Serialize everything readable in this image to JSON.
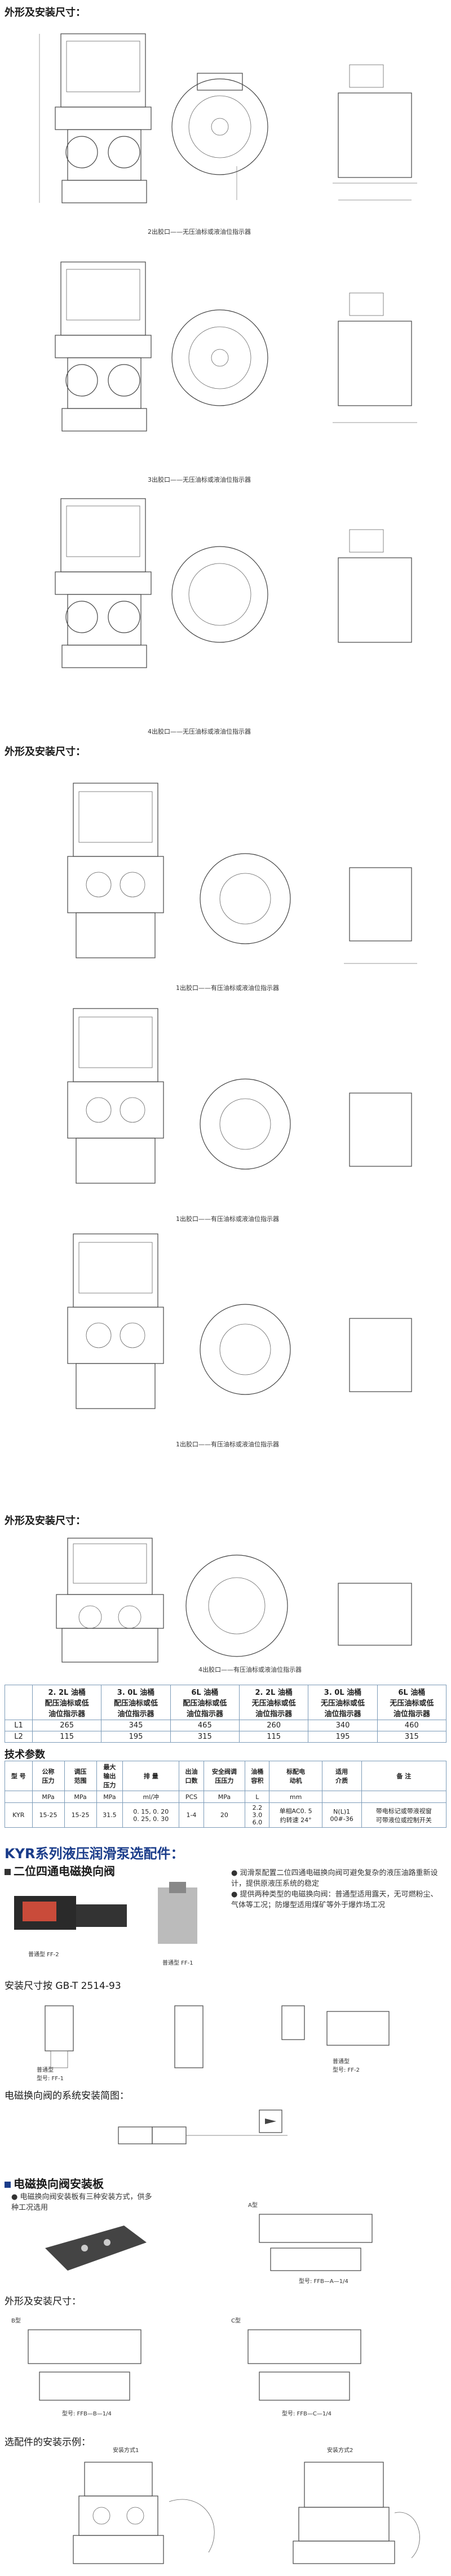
{
  "section_titles": {
    "outline1": "外形及安装尺寸：",
    "outline2": "外形及安装尺寸：",
    "outline3": "外形及安装尺寸：",
    "tech": "技术参数",
    "kyr": "KYR系列液压润滑泵选配件：",
    "valve": "二位四通电磁换向阀",
    "install_std": "安装尺寸按 GB-T 2514-93",
    "sys_diagram": "电磁换向阀的系统安装简图：",
    "plate": "电磁换向阀安装板",
    "outline4": "外形及安装尺寸：",
    "install_layout": "选配件的安装示例："
  },
  "captions": {
    "c1": "2出胶口——无压油标或液油位指示器",
    "c2": "3出胶口——无压油标或液油位指示器",
    "c3": "4出胶口——无压油标或液油位指示器",
    "c4": "1出胶口——有压油标或液油位指示器",
    "c5": "1出胶口——有压油标或液油位指示器",
    "c6": "1出胶口——有压油标或液油位指示器",
    "c7": "4出胶口——有压油标或液油位指示器"
  },
  "table1": {
    "headers": [
      "",
      "2. 2L 油桶\n配压油标或低\n油位指示器",
      "3. 0L 油桶\n配压油标或低\n油位指示器",
      "6L 油桶\n配压油标或低\n油位指示器",
      "2. 2L 油桶\n无压油标或低\n油位指示器",
      "3. 0L 油桶\n无压油标或低\n油位指示器",
      "6L 油桶\n无压油标或低\n油位指示器"
    ],
    "rows": [
      [
        "L1",
        "265",
        "345",
        "465",
        "260",
        "340",
        "460"
      ],
      [
        "L2",
        "115",
        "195",
        "315",
        "115",
        "195",
        "315"
      ]
    ]
  },
  "table2": {
    "headers": [
      "型 号",
      "公称\n压力",
      "调压\n范围",
      "最大\n输出\n压力",
      "排 量",
      "出油\n口数",
      "安全阀调\n压压力",
      "油桶\n容积",
      "标配电\n动机",
      "适用\n介质",
      "备 注"
    ],
    "units": [
      "",
      "MPa",
      "MPa",
      "MPa",
      "ml/冲",
      "PCS",
      "MPa",
      "L",
      "mm",
      "",
      ""
    ],
    "row": [
      "KYR",
      "15-25",
      "15-25",
      "31.5",
      "0. 15, 0. 20\n0. 25, 0. 30",
      "1-4",
      "20",
      "2.2\n3.0\n6.0",
      "单相AC0. 5\n约转速 24°",
      "N(L)1\n00#-36",
      "带电标记或带液视窗\n可带液位或控制开关"
    ]
  },
  "valve_bullets": [
    "润滑泵配置二位四通电磁换向阀可避免复杂的液压油路重新设计，提供原液压系统的稳定",
    "提供两种类型的电磁换向阀：普通型适用露天，无可燃粉尘、气体等工况；防爆型适用煤矿等外于爆炸场工况"
  ],
  "valve_labels": {
    "standard": "普通型 FF-2",
    "standard_b": "普通型 FF-1",
    "std1": "普通型",
    "std1_code": "型号: FF-1",
    "std2": "普通型",
    "std2_code": "型号: FF-2"
  },
  "plate_bullets": [
    "电磁换向阀安装板有三种安装方式，供多种工况选用"
  ],
  "plate_labels": {
    "a_type": "A型",
    "a_code": "型号: FFB—A—1/4",
    "b_type": "B型",
    "b_code": "型号: FFB—B—1/4",
    "c_type": "C型",
    "c_code": "型号: FFB—C—1/4"
  },
  "install_labels": {
    "left": "安装方式1",
    "right": "安装方式2"
  },
  "colors": {
    "banner": "#1a3c8a",
    "table_border": "#7c9bb8"
  }
}
